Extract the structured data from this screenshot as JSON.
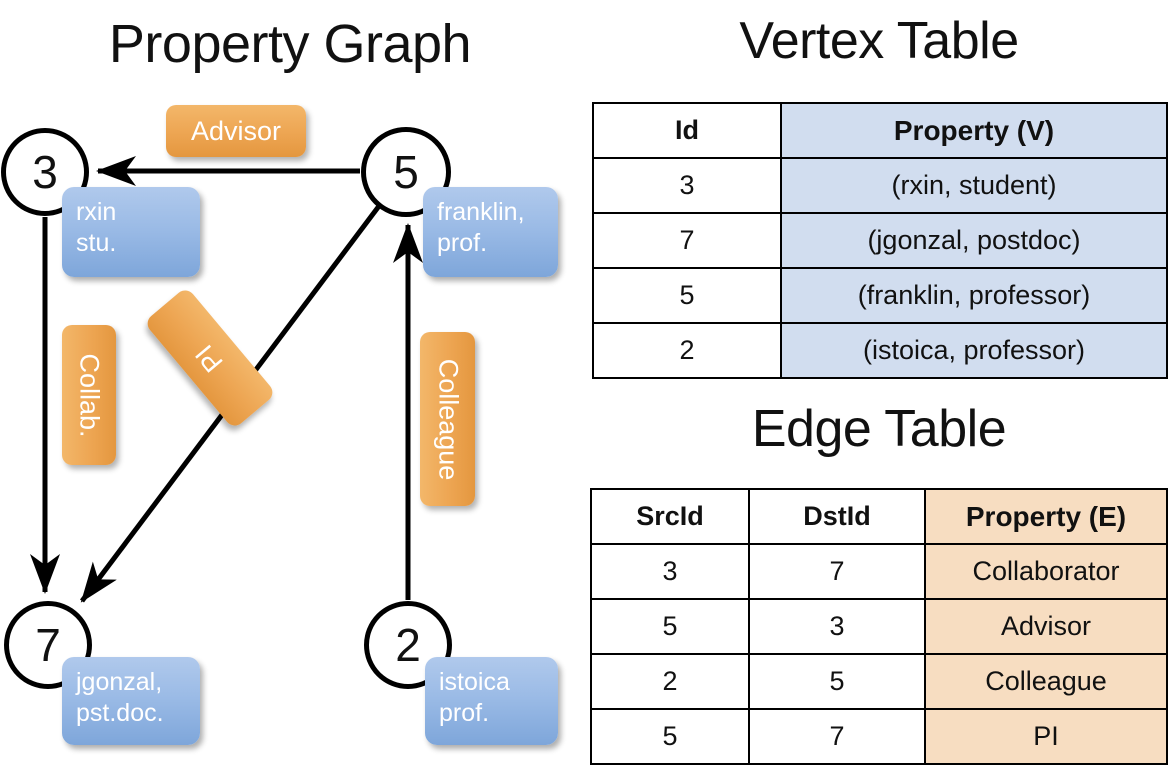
{
  "titles": {
    "property_graph": "Property Graph",
    "vertex_table": "Vertex Table",
    "edge_table": "Edge Table"
  },
  "graph": {
    "nodes": [
      {
        "id": "3",
        "name": "rxin",
        "role": "stu."
      },
      {
        "id": "5",
        "name": "franklin,",
        "role": "prof."
      },
      {
        "id": "7",
        "name": "jgonzal,",
        "role": "pst.doc."
      },
      {
        "id": "2",
        "name": "istoica",
        "role": "prof."
      }
    ],
    "edge_labels": [
      {
        "key": "advisor",
        "label": "Advisor"
      },
      {
        "key": "collab",
        "label": "Collab."
      },
      {
        "key": "pi",
        "label": "PI"
      },
      {
        "key": "colleague",
        "label": "Colleague"
      }
    ],
    "edges": [
      {
        "from": "5",
        "to": "3",
        "label": "Advisor"
      },
      {
        "from": "3",
        "to": "7",
        "label": "Collab."
      },
      {
        "from": "5",
        "to": "7",
        "label": "PI"
      },
      {
        "from": "2",
        "to": "5",
        "label": "Colleague"
      }
    ]
  },
  "vertex_table": {
    "headers": [
      "Id",
      "Property (V)"
    ],
    "rows": [
      {
        "id": "3",
        "property": "(rxin, student)"
      },
      {
        "id": "7",
        "property": "(jgonzal, postdoc)"
      },
      {
        "id": "5",
        "property": "(franklin, professor)"
      },
      {
        "id": "2",
        "property": "(istoica, professor)"
      }
    ],
    "header_fill": "#d1ddef"
  },
  "edge_table": {
    "headers": [
      "SrcId",
      "DstId",
      "Property (E)"
    ],
    "rows": [
      {
        "src": "3",
        "dst": "7",
        "property": "Collaborator"
      },
      {
        "src": "5",
        "dst": "3",
        "property": "Advisor"
      },
      {
        "src": "2",
        "dst": "5",
        "property": "Colleague"
      },
      {
        "src": "5",
        "dst": "7",
        "property": "PI"
      }
    ],
    "header_fill": "#f7ddc1"
  },
  "colors": {
    "vertex_box": "#9bbbe6",
    "edge_box": "#eda552",
    "vertex_table_fill": "#d1ddef",
    "edge_table_fill": "#f7ddc1",
    "stroke": "#000000"
  }
}
